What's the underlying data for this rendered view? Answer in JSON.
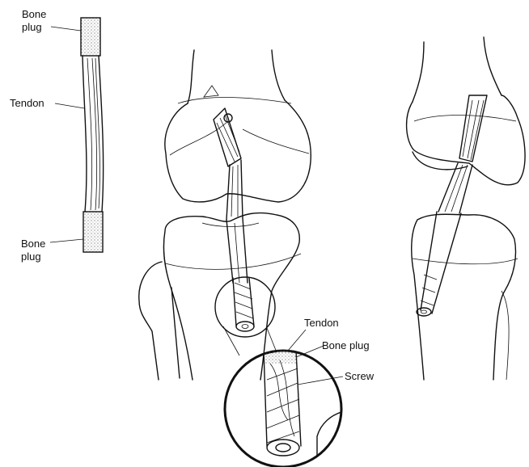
{
  "labels": {
    "graft_top_plug": [
      "Bone",
      "plug"
    ],
    "graft_tendon": "Tendon",
    "graft_bottom_plug": [
      "Bone",
      "plug"
    ],
    "inset_tendon": "Tendon",
    "inset_bone_plug": "Bone plug",
    "inset_screw": "Screw"
  },
  "colors": {
    "ink": "#111111",
    "paper": "#ffffff",
    "stipple": "#555555"
  }
}
